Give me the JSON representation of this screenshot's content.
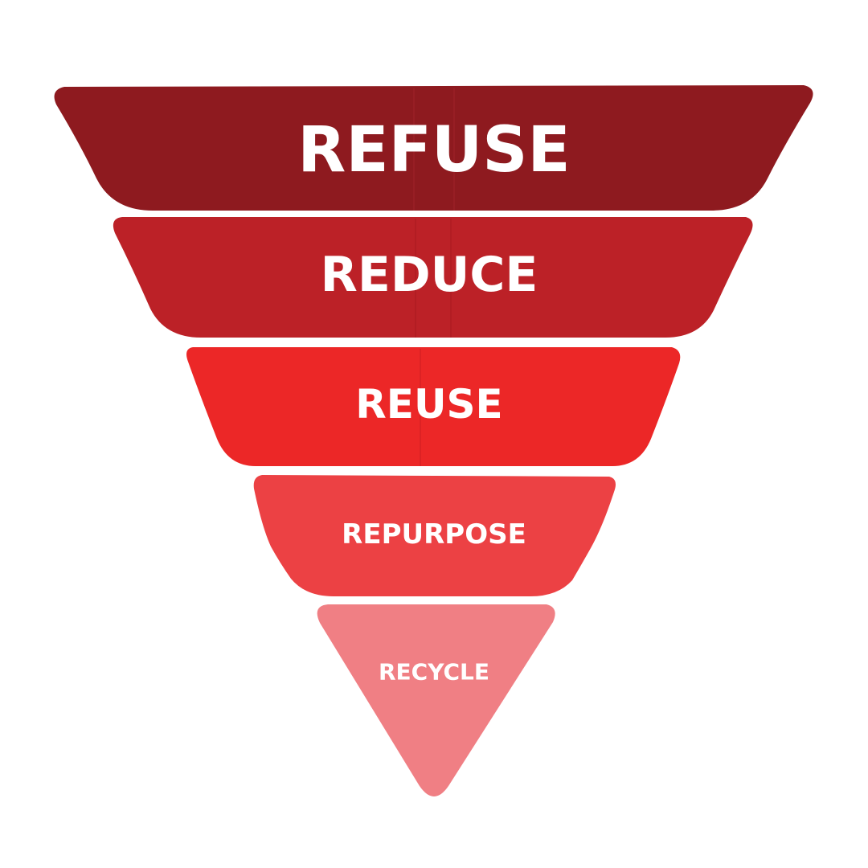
{
  "diagram": {
    "type": "inverted-funnel",
    "background": "#ffffff",
    "tiers": [
      {
        "label": "REFUSE",
        "color": "#8e1a1f"
      },
      {
        "label": "REDUCE",
        "color": "#bc2127"
      },
      {
        "label": "REUSE",
        "color": "#ec2727"
      },
      {
        "label": "REPURPOSE",
        "color": "#ec4144"
      },
      {
        "label": "RECYCLE",
        "color": "#f07f84"
      }
    ],
    "text_color": "#ffffff"
  }
}
